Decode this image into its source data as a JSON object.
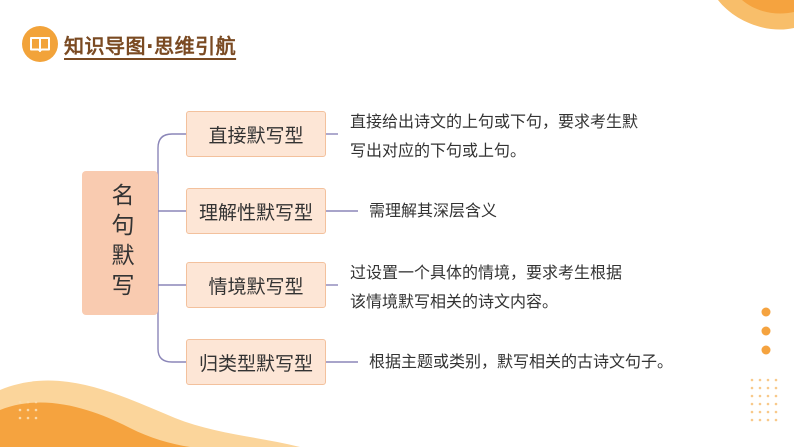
{
  "header": {
    "title": "知识导图·思维引航",
    "icon": "open-book-icon",
    "badge_color": "#f2a33a"
  },
  "root": {
    "label": "名句默写"
  },
  "branches": [
    {
      "label": "直接默写型",
      "description_lines": [
        "直接给出诗文的上句或下句，要求考生默",
        "写出对应的下句或上句。"
      ]
    },
    {
      "label": "理解性默写型",
      "description_lines": [
        "需理解其深层含义"
      ]
    },
    {
      "label": "情境默写型",
      "description_lines": [
        "过设置一个具体的情境，要求考生根据",
        "该情境默写相关的诗文内容。"
      ]
    },
    {
      "label": "归类型默写型",
      "description_lines": [
        "根据主题或类别，默写相关的古诗文句子。"
      ]
    }
  ],
  "colors": {
    "accent": "#f2a33a",
    "root_fill": "#f9cbb0",
    "node_fill": "#fde6d6",
    "connector": "#8b86b8"
  }
}
